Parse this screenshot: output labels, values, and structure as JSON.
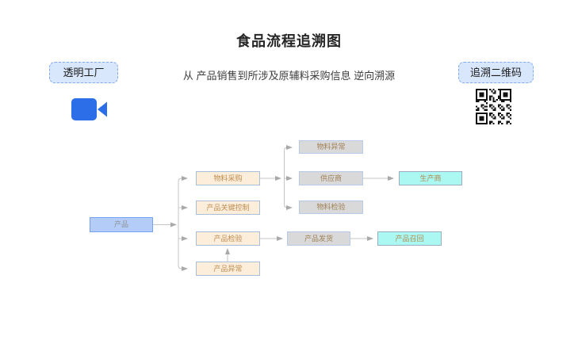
{
  "header": {
    "title": "食品流程追溯图",
    "subtitle": "从 产品销售到所涉及原辅料采购信息 逆向溯源"
  },
  "badges": {
    "left": "透明工厂",
    "right": "追溯二维码"
  },
  "icons": {
    "video": "video-camera-icon",
    "qr": "qr-code-image"
  },
  "colors": {
    "accent_blue": "#2b6ee8",
    "badge_bg": "#d8e7fc",
    "badge_border": "#7fa9f0",
    "node_blue": "#b3cdf8",
    "node_cream": "#fceedb",
    "node_gray": "#d9d9d9",
    "node_cyan": "#abf7f2",
    "connector_gray": "#c5c5c5"
  },
  "flowchart": {
    "nodes": {
      "product": {
        "label": "产品"
      },
      "material_purchase": {
        "label": "物料采购"
      },
      "product_key_control": {
        "label": "产品关键控制"
      },
      "product_inspection": {
        "label": "产品检验"
      },
      "product_abnormal": {
        "label": "产品异常"
      },
      "material_abnormal": {
        "label": "物料异常"
      },
      "supplier": {
        "label": "供应商"
      },
      "material_inspection": {
        "label": "物料检验"
      },
      "producer": {
        "label": "生产商"
      },
      "product_shipment": {
        "label": "产品发货"
      },
      "product_recall": {
        "label": "产品召回"
      }
    },
    "edges": [
      {
        "from": "产品",
        "to": "物料采购"
      },
      {
        "from": "产品",
        "to": "产品关键控制"
      },
      {
        "from": "产品",
        "to": "产品检验"
      },
      {
        "from": "产品",
        "to": "产品异常"
      },
      {
        "from": "物料采购",
        "to": "物料异常"
      },
      {
        "from": "物料采购",
        "to": "供应商"
      },
      {
        "from": "物料采购",
        "to": "物料检验"
      },
      {
        "from": "供应商",
        "to": "生产商"
      },
      {
        "from": "产品检验",
        "to": "产品发货"
      },
      {
        "from": "产品发货",
        "to": "产品召回"
      },
      {
        "from": "产品异常",
        "to": "产品检验"
      }
    ]
  }
}
